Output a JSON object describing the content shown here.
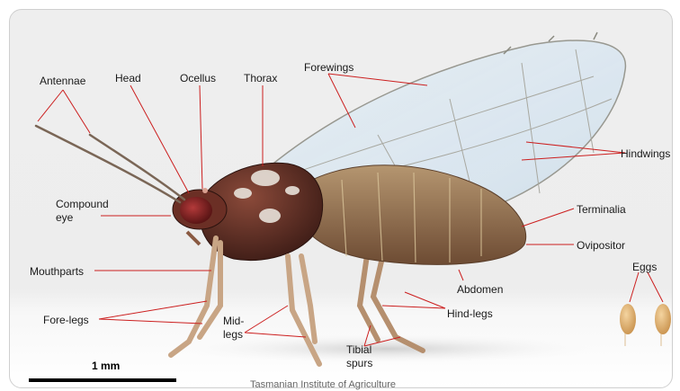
{
  "labels": {
    "antennae": "Antennae",
    "head": "Head",
    "ocellus": "Ocellus",
    "thorax": "Thorax",
    "forewings": "Forewings",
    "hindwings": "Hindwings",
    "compound_eye_1": "Compound",
    "compound_eye_2": "eye",
    "terminalia": "Terminalia",
    "ovipositor": "Ovipositor",
    "eggs": "Eggs",
    "mouthparts": "Mouthparts",
    "abdomen": "Abdomen",
    "fore_legs": "Fore-legs",
    "mid_legs_1": "Mid-",
    "mid_legs_2": "legs",
    "hind_legs": "Hind-legs",
    "tibial_spurs_1": "Tibial",
    "tibial_spurs_2": "spurs"
  },
  "scale_bar": {
    "label": "1 mm"
  },
  "credit": "Tasmanian Institute of Agriculture",
  "colors": {
    "leader_line": "#cc1f1f",
    "body": "#5a2a22",
    "wing": "#cfe0ee"
  }
}
